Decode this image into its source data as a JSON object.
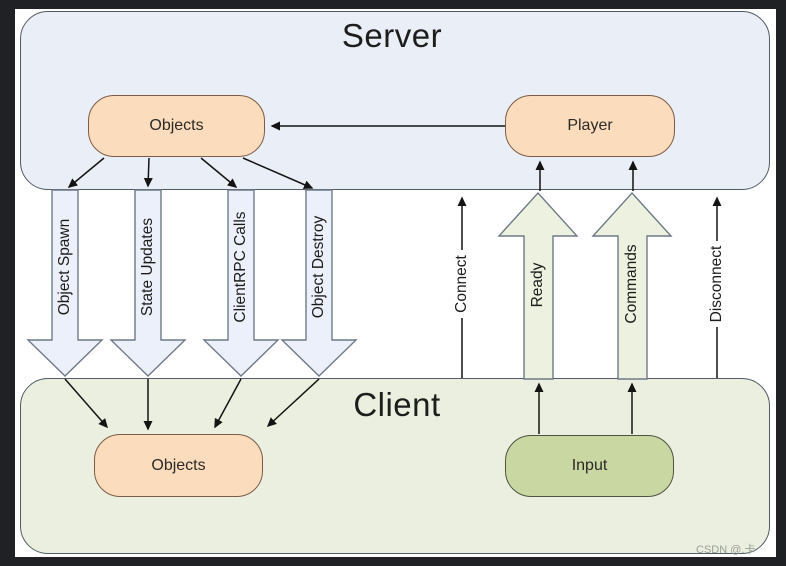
{
  "server": {
    "title": "Server",
    "objects_label": "Objects",
    "player_label": "Player"
  },
  "client": {
    "title": "Client",
    "objects_label": "Objects",
    "input_label": "Input"
  },
  "flows": {
    "server_to_client": [
      {
        "label": "Object Spawn"
      },
      {
        "label": "State Updates"
      },
      {
        "label": "ClientRPC Calls"
      },
      {
        "label": "Object Destroy"
      }
    ],
    "client_to_server": [
      {
        "label": "Ready"
      },
      {
        "label": "Commands"
      }
    ],
    "connection": [
      {
        "label": "Connect"
      },
      {
        "label": "Disconnect"
      }
    ]
  },
  "watermark": "CSDN @.卡",
  "colors": {
    "server_panel": "#e9eef7",
    "client_panel": "#eaefdf",
    "node_peach": "#fbdcbc",
    "node_green": "#c9d7a3",
    "down_arrow_fill": "#ebf0fa",
    "up_arrow_fill": "#edf2e0",
    "outline": "#525c66",
    "background": "#1f2124"
  }
}
